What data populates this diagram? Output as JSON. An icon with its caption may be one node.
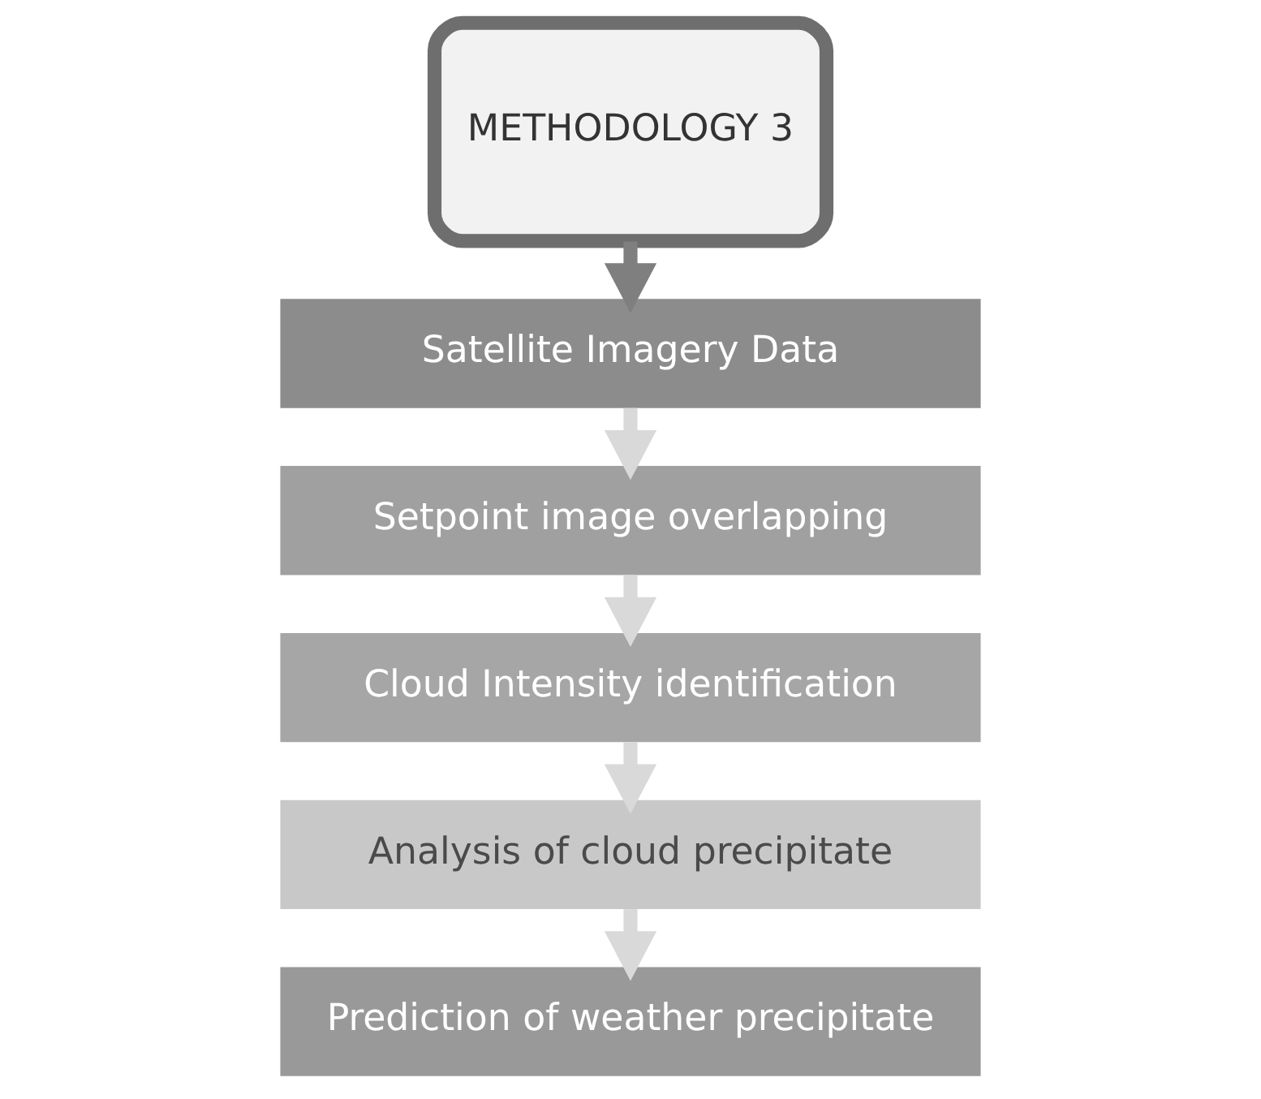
{
  "diagram": {
    "nodes": [
      {
        "text": [
          "METHODOLOGY 3"
        ]
      },
      {
        "text": [
          "Satellite Imagery Data"
        ]
      },
      {
        "text": [
          "Setpoint image overlapping"
        ]
      },
      {
        "text": [
          "Cloud Intensity identification"
        ]
      },
      {
        "text": [
          "Analysis of cloud precipitate"
        ]
      },
      {
        "text": [
          "Prediction of weather precipitate"
        ]
      }
    ],
    "edges": [
      {
        "from": 0,
        "to": 1,
        "arrow": "to",
        "color": "#7f7f7f"
      },
      {
        "from": 1,
        "to": 2,
        "arrow": "to"
      },
      {
        "from": 2,
        "to": 3,
        "arrow": "to"
      },
      {
        "from": 3,
        "to": 4,
        "arrow": "to"
      },
      {
        "from": 4,
        "to": 5,
        "arrow": "to"
      }
    ]
  }
}
